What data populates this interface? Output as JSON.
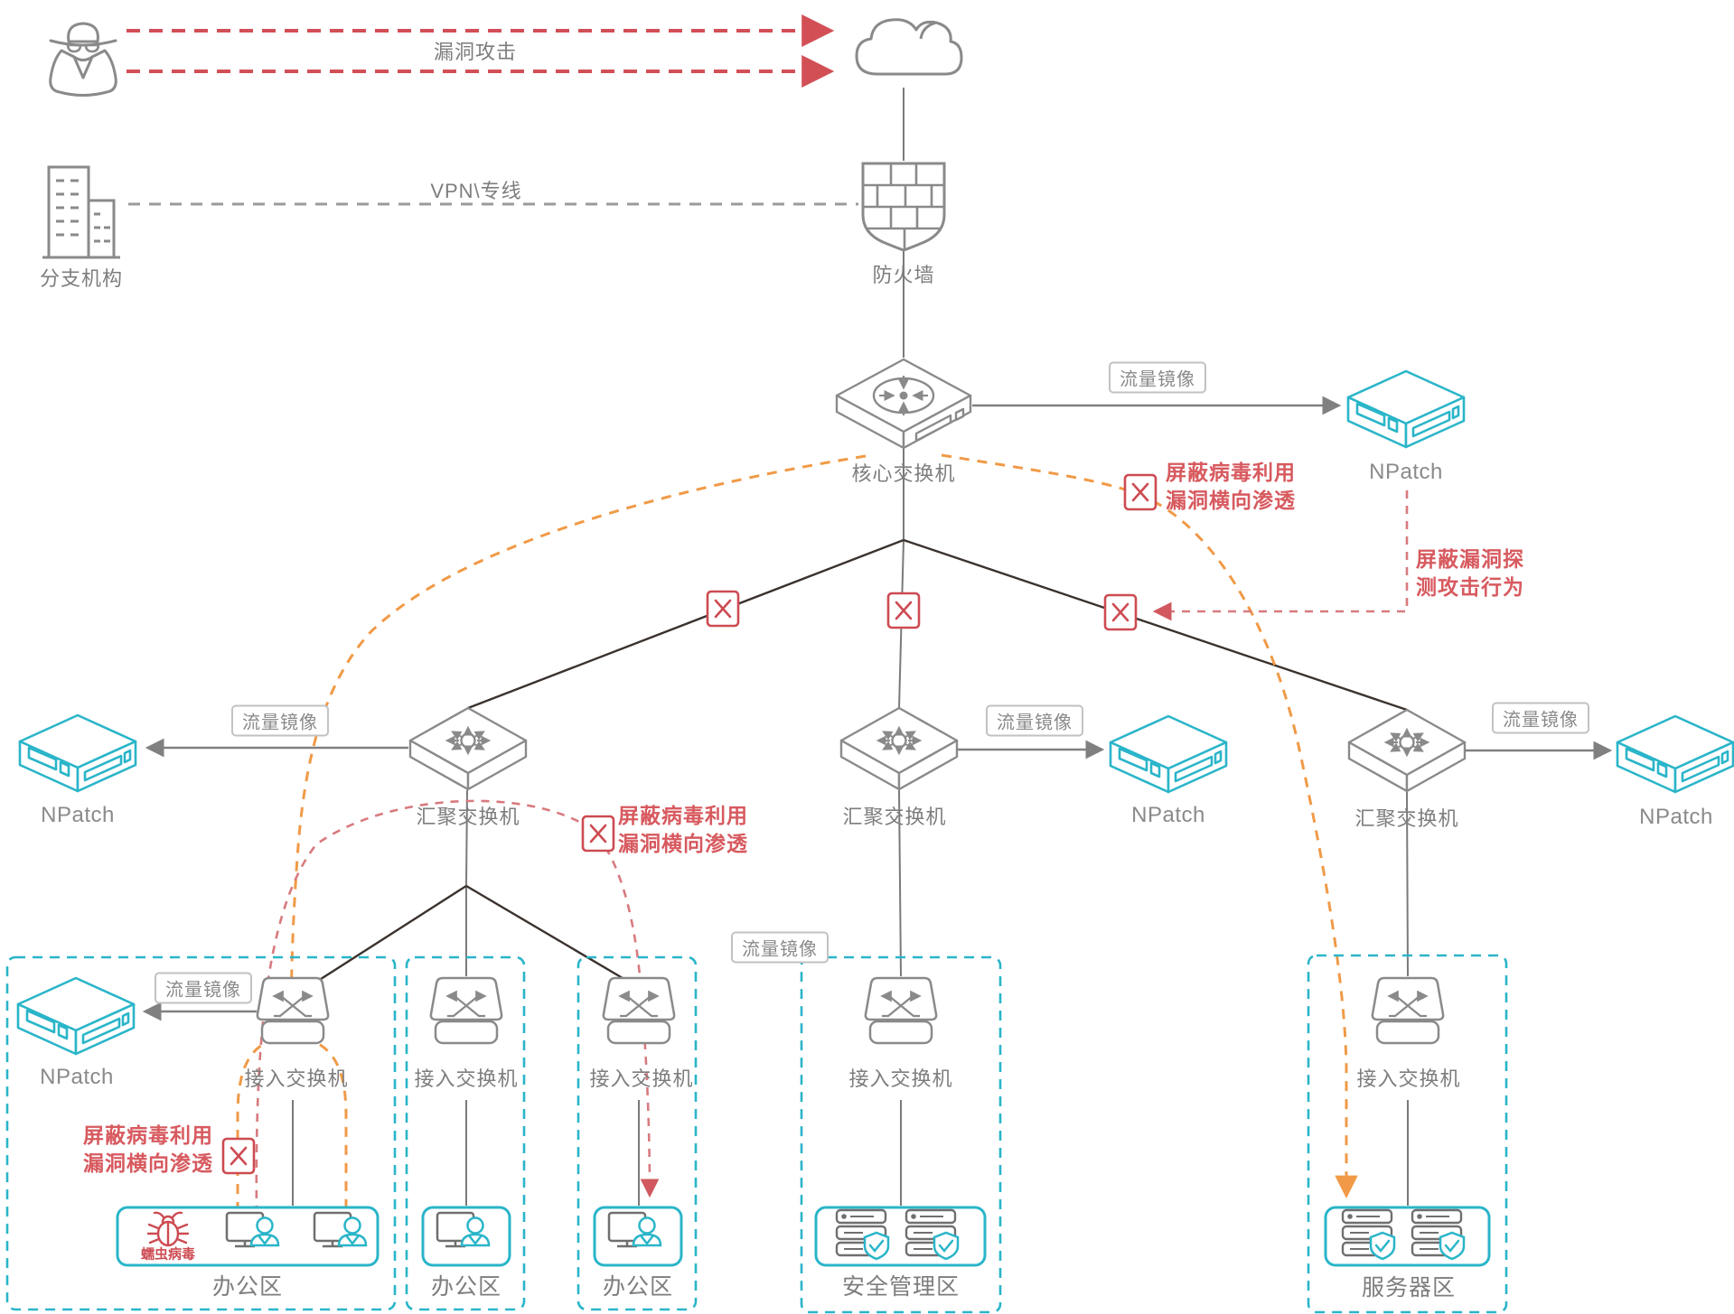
{
  "nodes": {
    "attacker": "",
    "branch_office": "分支机构",
    "internet_cloud": "",
    "firewall": "防火墙",
    "core_switch": "核心交换机",
    "aggregation_switch": "汇聚交换机",
    "access_switch": "接入交换机",
    "npatch": "NPatch"
  },
  "links": {
    "vulnerability_attack": "漏洞攻击",
    "vpn_line": "VPN\\专线",
    "traffic_mirror": "流量镜像"
  },
  "zones": {
    "office": "办公区",
    "security_management": "安全管理区",
    "server": "服务器区"
  },
  "annotations": {
    "block_lateral_line1": "屏蔽病毒利用",
    "block_lateral_line2": "漏洞横向渗透",
    "block_probe_line1": "屏蔽漏洞探",
    "block_probe_line2": "测攻击行为",
    "worm_virus": "蠕虫病毒"
  },
  "icons": {
    "attacker": "spy-icon",
    "branch_office": "building-icon",
    "internet": "cloud-icon",
    "firewall": "brick-shield-icon",
    "core_switch": "core-switch-icon",
    "aggregation_switch": "aggregation-switch-icon",
    "access_switch": "access-switch-icon",
    "npatch_appliance": "npatch-appliance-icon",
    "office_pc": "pc-user-icon",
    "protected_server": "server-shield-icon",
    "worm": "bug-icon",
    "blocked": "x-mark-icon"
  },
  "colors": {
    "teal": "#2ab5c9",
    "attack_red": "#d24f56",
    "note_red": "#d75a5f",
    "pink_dash": "#d87a7e",
    "orange_dash": "#f09a47",
    "gray_line": "#8a8a8a",
    "dark_line": "#3b322e",
    "text_gray": "#7d7d7d"
  }
}
